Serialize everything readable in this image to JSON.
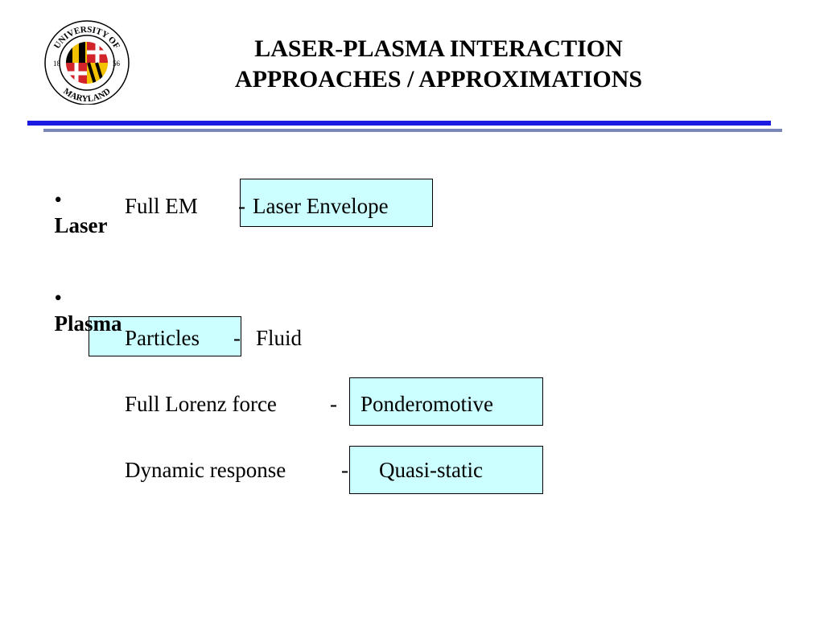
{
  "slide": {
    "title_line1": "LASER-PLASMA INTERACTION",
    "title_line2": "APPROACHES / APPROXIMATIONS",
    "logo": {
      "icon": "university-of-maryland-seal-icon",
      "text_top": "UNIVERSITY OF",
      "text_bottom": "MARYLAND",
      "year_left": "18",
      "year_right": "56",
      "colors": {
        "red": "#d2232a",
        "gold": "#f2c200",
        "black": "#000000",
        "white": "#ffffff"
      }
    },
    "rule_colors": {
      "main": "#1a1ae0",
      "sub": "#7a86b8"
    },
    "highlight_color": "#ccffff",
    "bullet_glyph": "•",
    "sections": {
      "laser": {
        "heading": "Laser",
        "row": {
          "left": "Full EM",
          "sep": "-",
          "right": "Laser Envelope"
        }
      },
      "plasma": {
        "heading": "Plasma",
        "rows": [
          {
            "left": "Particles",
            "sep": "-",
            "right": "Fluid"
          },
          {
            "left": "Full Lorenz force",
            "sep": "-",
            "right": "Ponderomotive"
          },
          {
            "left": "Dynamic response",
            "sep": "-",
            "right": "Quasi-static"
          }
        ]
      }
    }
  }
}
